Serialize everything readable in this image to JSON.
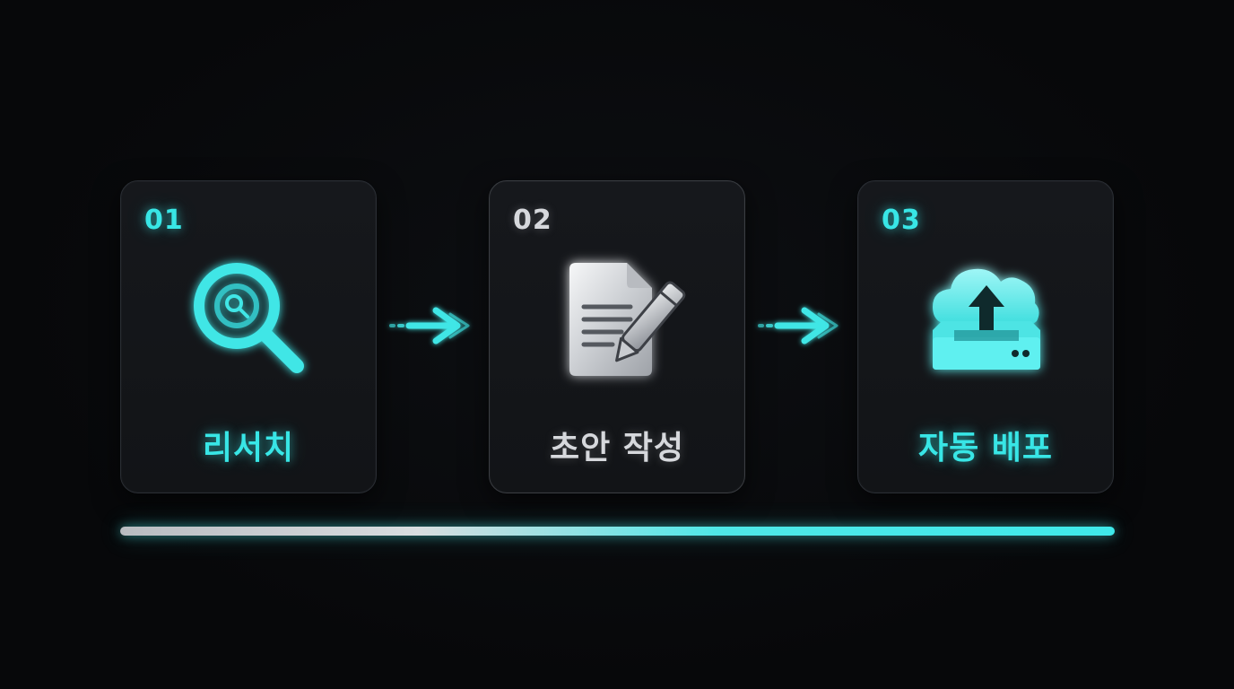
{
  "steps": [
    {
      "number": "01",
      "label": "리서치",
      "icon": "magnifier-icon",
      "color": "#38e6e6"
    },
    {
      "number": "02",
      "label": "초안 작성",
      "icon": "document-edit-icon",
      "color": "#d6d8dc"
    },
    {
      "number": "03",
      "label": "자동 배포",
      "icon": "cloud-upload-icon",
      "color": "#38e6e6"
    }
  ],
  "progress": {
    "value": 1.0
  },
  "colors": {
    "accent": "#38e6e6",
    "silver": "#d6d8dc",
    "background": "#07080a",
    "card": "#16181c"
  }
}
